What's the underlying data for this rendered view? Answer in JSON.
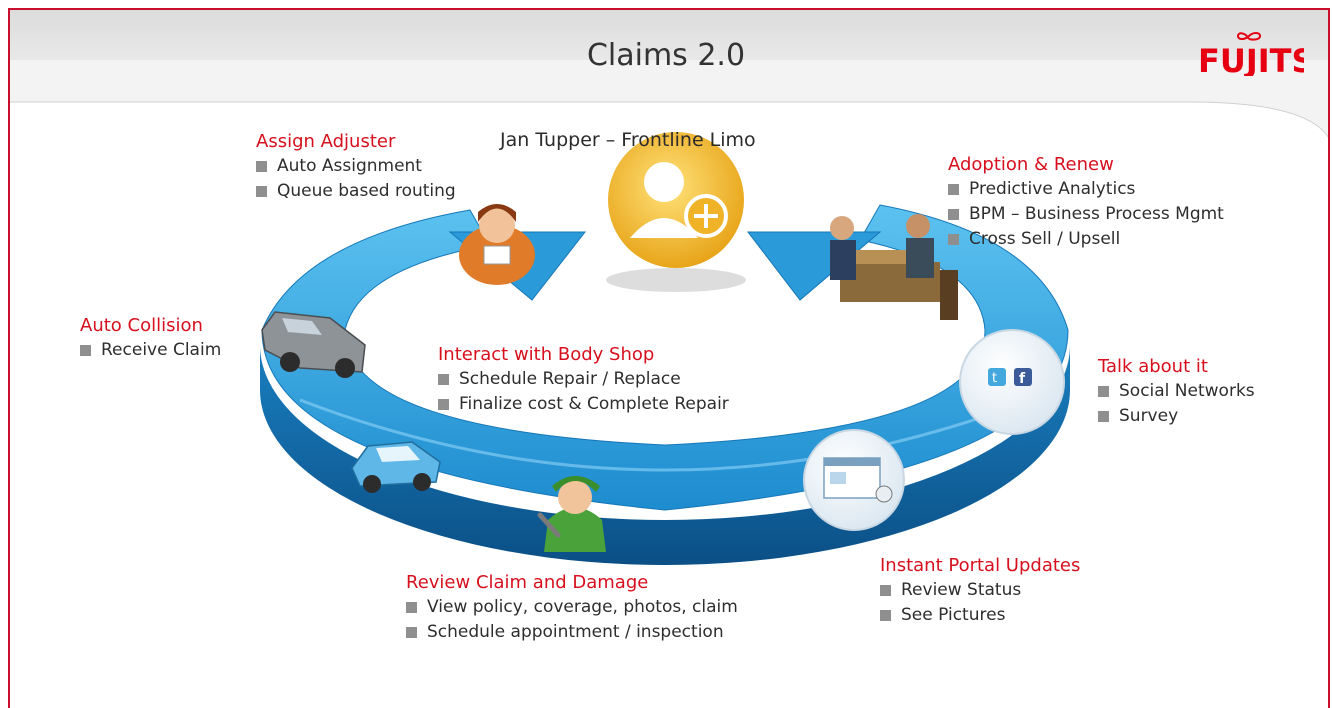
{
  "slide": {
    "title": "Claims 2.0",
    "logo": {
      "text": "FUJITSU",
      "icon": "fujitsu-infinity-logo",
      "color": "#e60012"
    },
    "accent_color": "#d7101e",
    "ring_color": "#1f87c9"
  },
  "center": {
    "person_name": "Jan Tupper – Frontline Limo",
    "icon": "user-add-icon"
  },
  "steps": {
    "assign_adjuster": {
      "title": "Assign Adjuster",
      "items": [
        "Auto Assignment",
        "Queue based routing"
      ],
      "icon": "adjuster-person-icon"
    },
    "adoption_renew": {
      "title": "Adoption & Renew",
      "items": [
        "Predictive Analytics",
        "BPM – Business Process Mgmt",
        "Cross Sell / Upsell"
      ],
      "icon": "business-meeting-icon"
    },
    "auto_collision": {
      "title": "Auto Collision",
      "items": [
        "Receive Claim"
      ],
      "icon": "wrecked-car-icon"
    },
    "body_shop": {
      "title": "Interact with Body Shop",
      "items": [
        "Schedule Repair / Replace",
        "Finalize cost & Complete Repair"
      ]
    },
    "talk_about_it": {
      "title": "Talk about it",
      "items": [
        "Social Networks",
        "Survey"
      ],
      "icon": "social-media-icon"
    },
    "review_claim": {
      "title": "Review Claim and Damage",
      "items": [
        "View policy, coverage, photos, claim",
        "Schedule appointment / inspection"
      ],
      "icon": "mechanic-icon"
    },
    "portal_updates": {
      "title": "Instant Portal Updates",
      "items": [
        "Review Status",
        "See Pictures"
      ],
      "icon": "web-portal-icon"
    },
    "repaired_car": {
      "icon": "repaired-car-icon"
    }
  }
}
